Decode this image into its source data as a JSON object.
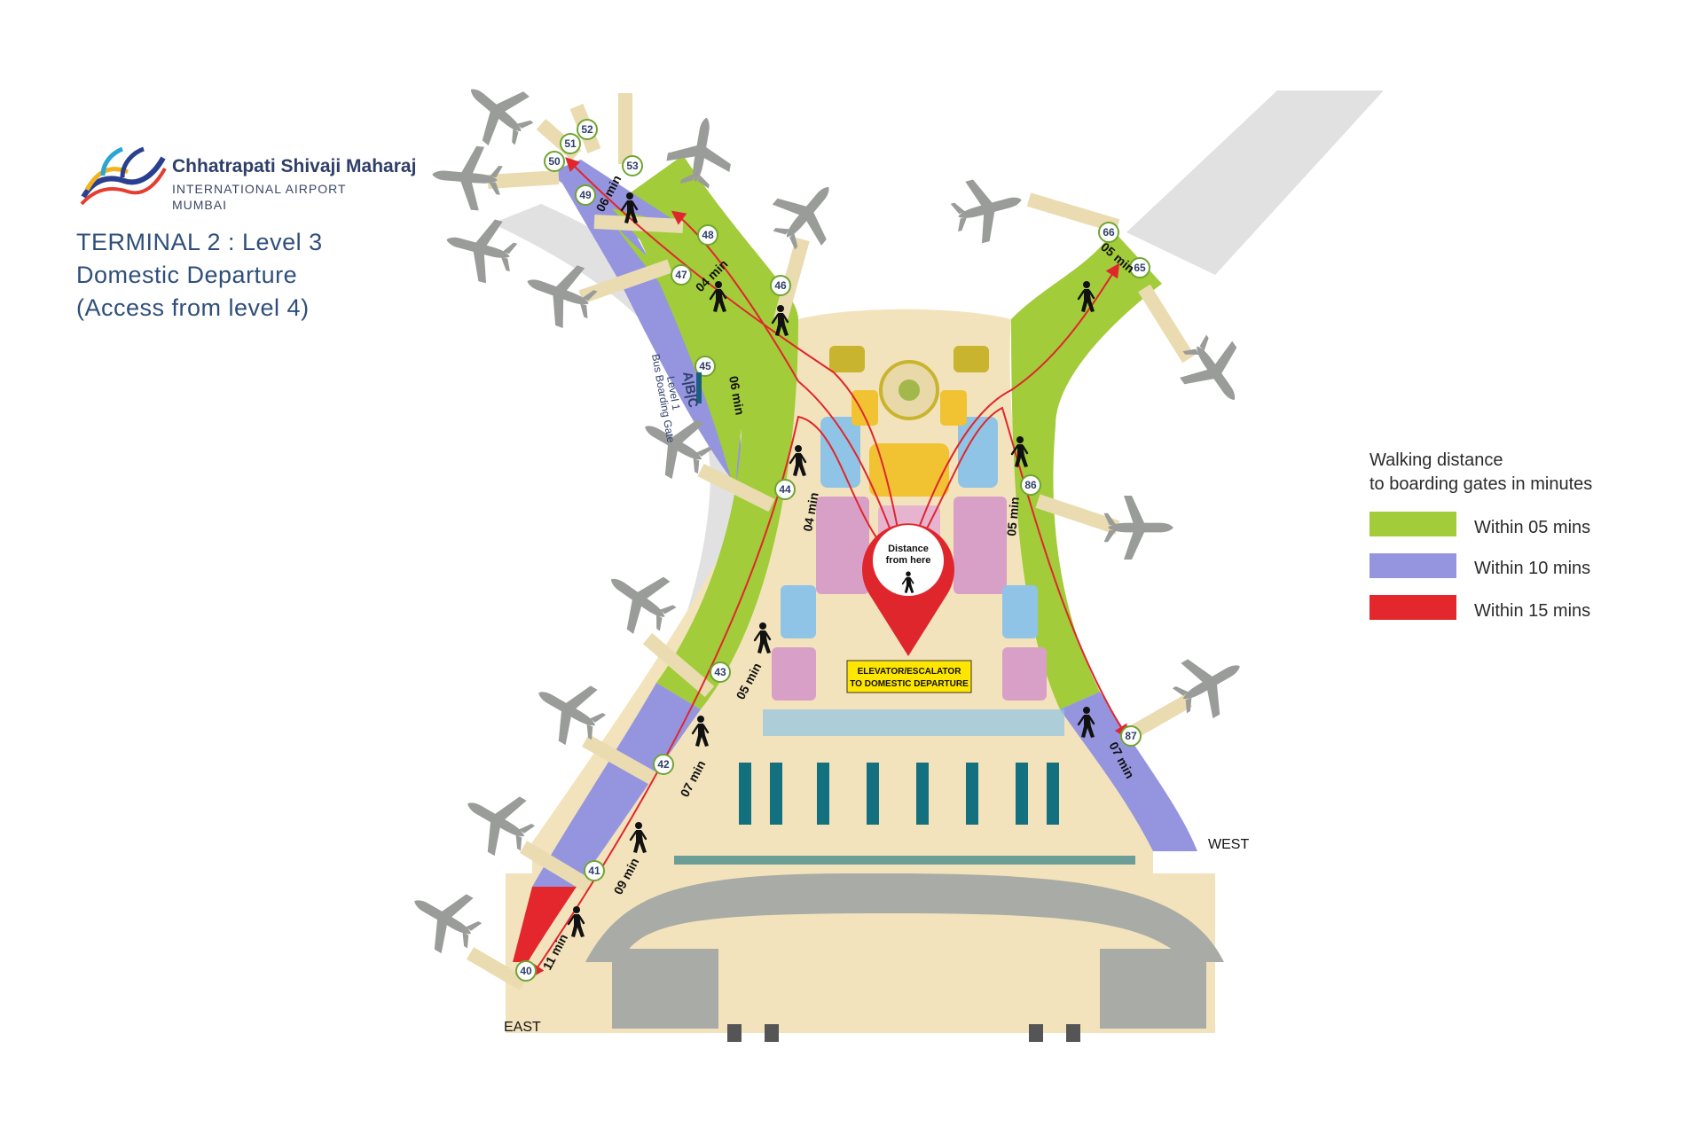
{
  "brand": {
    "name": "Chhatrapati Shivaji Maharaj",
    "line2": "INTERNATIONAL AIRPORT",
    "line3": "MUMBAI"
  },
  "title": {
    "line1": "TERMINAL 2 : Level 3",
    "line2": "Domestic  Departure",
    "line3": "(Access from level 4)"
  },
  "legend": {
    "title_line1": "Walking distance",
    "title_line2": "to boarding gates in minutes",
    "items": [
      {
        "label": "Within 05 mins",
        "color": "#a2cc3a"
      },
      {
        "label": "Within 10 mins",
        "color": "#9595df"
      },
      {
        "label": "Within 15 mins",
        "color": "#e4262d"
      }
    ]
  },
  "colors": {
    "green": "#a2cc3a",
    "purple": "#9595df",
    "red": "#e4262d",
    "floor": "#f3e3bc",
    "road": "#a9aba6",
    "pier_gray": "#e1e1e1",
    "route": "#e0262d"
  },
  "map": {
    "you_are_here_line1": "Distance",
    "you_are_here_line2": "from here",
    "elevator_line1": "ELEVATOR/ESCALATOR",
    "elevator_line2": "TO DOMESTIC DEPARTURE",
    "east": "EAST",
    "west": "WEST",
    "bus_gate_code": "A|B|C",
    "bus_gate_level": "Level 1",
    "bus_gate_label": "Bus Boarding Gate",
    "gates": [
      "40",
      "41",
      "42",
      "43",
      "44",
      "45",
      "46",
      "47",
      "48",
      "49",
      "50",
      "51",
      "52",
      "53",
      "65",
      "66",
      "86",
      "87"
    ],
    "times": {
      "t_11": "11 min",
      "t_09a": "09 min",
      "t_07a": "07 min",
      "t_05a": "05 min",
      "t_04a": "04 min",
      "t_06": "06 min",
      "t_04b": "04 min",
      "t_06b": "06 min",
      "t_05b": "05 min",
      "t_05c": "05 min",
      "t_07b": "07 min"
    }
  }
}
